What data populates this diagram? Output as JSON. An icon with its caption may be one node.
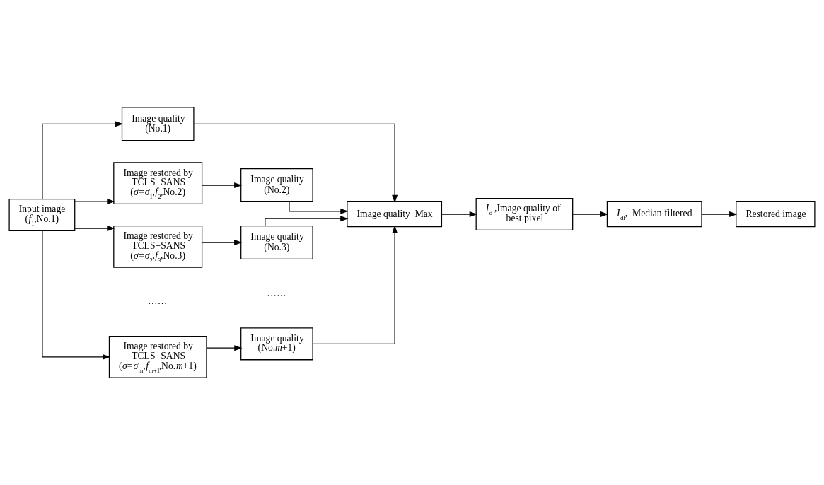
{
  "diagram": {
    "nodes": [
      {
        "text": [
          "Input image",
          "(*f*$_{1}$,No.1)"
        ]
      },
      {
        "text": [
          "Image quality",
          "(No.1)"
        ]
      },
      {
        "text": [
          "Image quality  Max"
        ]
      },
      {
        "text": [
          "Image restored by TCLS+SANS",
          "(*σ*=*σ*$_{1}$,*f*$_{2}$,No.2)"
        ]
      },
      {
        "text": [
          "Image quality",
          "(No.2)"
        ]
      },
      {
        "text": [
          "Image restored by TCLS+SANS",
          "(*σ*=*σ*$_{2}$,*f*$_{3}$,No.3)"
        ]
      },
      {
        "text": [
          "Image quality",
          "(No.3)"
        ]
      },
      {
        "text": [
          "Image restored by TCLS+SANS",
          "(*σ*=*σ*$_{m}$,*f*$_{m+1}$,No.*m*+1)"
        ]
      },
      {
        "text": [
          "Image quality",
          "(No.*m*+1)"
        ]
      },
      {
        "text": [
          "Restored image"
        ]
      },
      {
        "text": [
          "*I*$_{df}$,  Median filtered"
        ]
      },
      {
        "text": [
          "*I*$_{d}$ ,Image quality of  best pixel"
        ]
      }
    ],
    "edges": [
      {
        "from": 0,
        "to": 1,
        "arrow": "to"
      },
      {
        "from": 0,
        "to": 3,
        "arrow": "to"
      },
      {
        "from": 0,
        "to": 5,
        "arrow": "to"
      },
      {
        "from": 0,
        "to": 7,
        "arrow": "to"
      },
      {
        "from": 3,
        "to": 4,
        "arrow": "to"
      },
      {
        "from": 5,
        "to": 6,
        "arrow": "to"
      },
      {
        "from": 7,
        "to": 8,
        "arrow": "to"
      },
      {
        "from": 1,
        "to": 2,
        "arrow": "to"
      },
      {
        "from": 4,
        "to": 2,
        "arrow": "to"
      },
      {
        "from": 6,
        "to": 2,
        "arrow": "to"
      },
      {
        "from": 8,
        "to": 2,
        "arrow": "to"
      },
      {
        "from": 2,
        "to": 11,
        "arrow": "to"
      },
      {
        "from": 11,
        "to": 10,
        "arrow": "to"
      },
      {
        "from": 10,
        "to": 9,
        "arrow": "to"
      }
    ],
    "labels": [
      "……",
      "……"
    ]
  }
}
